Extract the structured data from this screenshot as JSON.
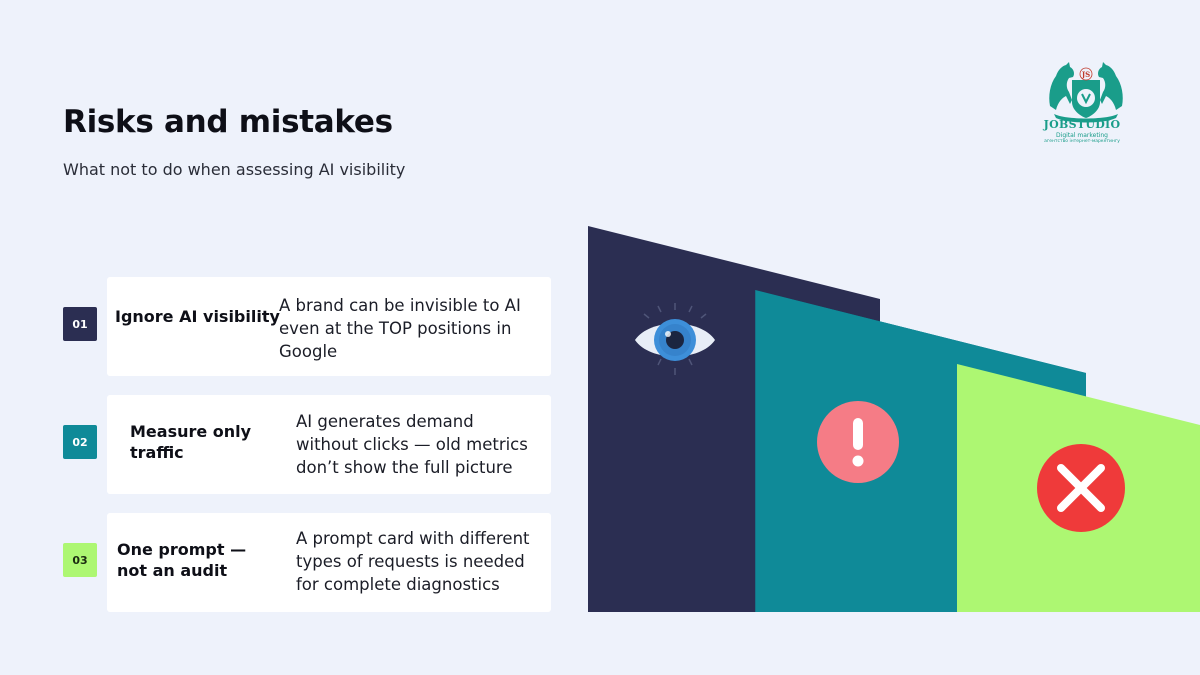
{
  "header": {
    "title": "Risks and mistakes",
    "subtitle": "What not to do when assessing AI visibility"
  },
  "logo": {
    "monogram": "JS",
    "name": "JOBSTUDIO",
    "tagline": "Digital marketing",
    "caption": "агентство інтернет-маркетингу"
  },
  "items": [
    {
      "number": "01",
      "title_lines": [
        "Ignore AI visibility"
      ],
      "description_lines": [
        "A brand can be invisible to AI",
        "even at the TOP positions in",
        "Google"
      ],
      "badge_color": "#2b2e52"
    },
    {
      "number": "02",
      "title_lines": [
        "Measure only",
        "traffic"
      ],
      "description_lines": [
        "AI generates demand",
        "without clicks — old metrics",
        "don’t show the full picture"
      ],
      "badge_color": "#0f8a98"
    },
    {
      "number": "03",
      "title_lines": [
        "One prompt —",
        "not an audit"
      ],
      "description_lines": [
        "A prompt card with different",
        "types of requests is needed",
        "for complete diagnostics"
      ],
      "badge_color": "#adf772"
    }
  ],
  "illustration": {
    "panel_colors": [
      "#2b2e52",
      "#0f8a98",
      "#adf772"
    ],
    "icons": [
      "eye-icon",
      "exclamation-icon",
      "cross-icon"
    ],
    "warning_color": "#f57c86",
    "error_color": "#ef3a3a",
    "eye_color": "#3d8fd9"
  }
}
